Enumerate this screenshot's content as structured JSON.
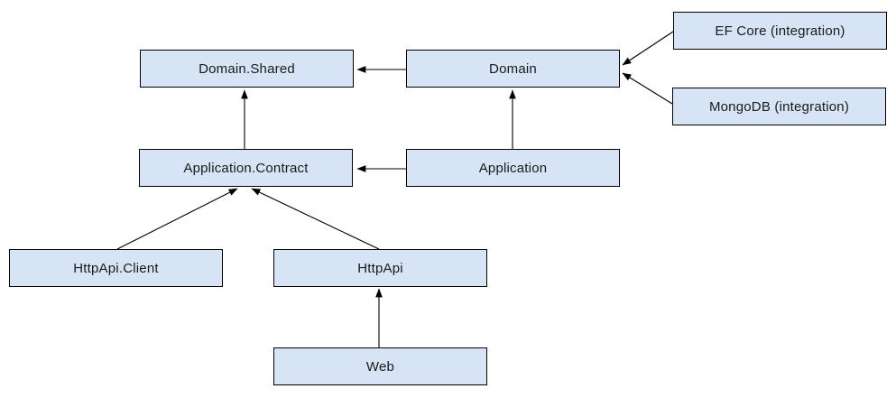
{
  "diagram": {
    "colors": {
      "node_fill": "#d6e4f6",
      "node_border": "#000000",
      "edge": "#000000",
      "background": "#ffffff",
      "text": "#1a1a1a"
    },
    "nodes": [
      {
        "id": "domain-shared",
        "label": "Domain.Shared"
      },
      {
        "id": "domain",
        "label": "Domain"
      },
      {
        "id": "ef-core-integration",
        "label": "EF Core (integration)"
      },
      {
        "id": "mongodb-integration",
        "label": "MongoDB (integration)"
      },
      {
        "id": "application-contract",
        "label": "Application.Contract"
      },
      {
        "id": "application",
        "label": "Application"
      },
      {
        "id": "httpapi-client",
        "label": "HttpApi.Client"
      },
      {
        "id": "httpapi",
        "label": "HttpApi"
      },
      {
        "id": "web",
        "label": "Web"
      }
    ],
    "edges": [
      {
        "from": "domain",
        "to": "domain-shared"
      },
      {
        "from": "application-contract",
        "to": "domain-shared"
      },
      {
        "from": "application",
        "to": "domain"
      },
      {
        "from": "application",
        "to": "application-contract"
      },
      {
        "from": "ef-core-integration",
        "to": "domain"
      },
      {
        "from": "mongodb-integration",
        "to": "domain"
      },
      {
        "from": "httpapi-client",
        "to": "application-contract"
      },
      {
        "from": "httpapi",
        "to": "application-contract"
      },
      {
        "from": "web",
        "to": "httpapi"
      }
    ]
  }
}
